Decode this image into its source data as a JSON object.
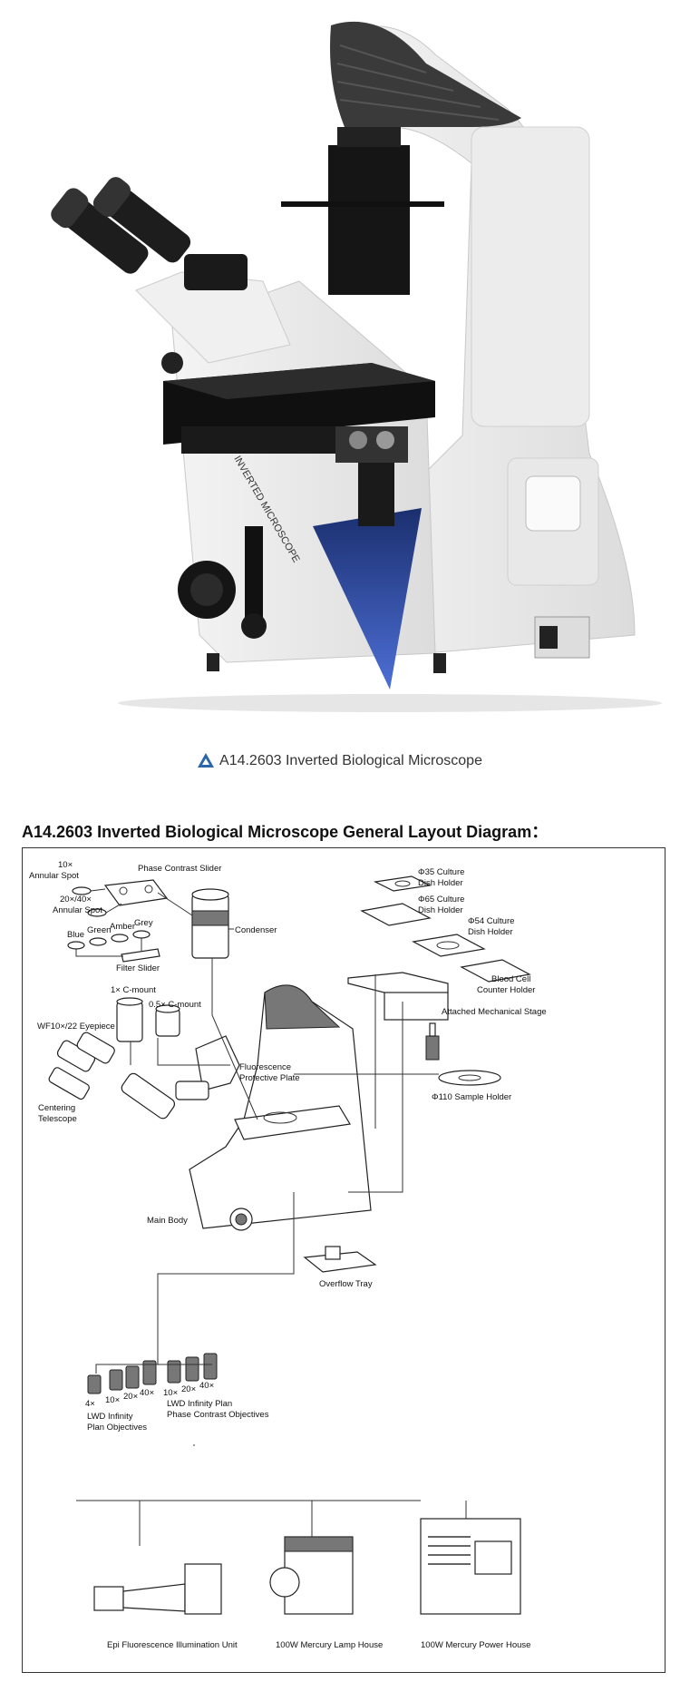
{
  "caption": "A14.2603 Inverted Biological Microscope",
  "section_title": "A14.2603 Inverted Biological Microscope General Layout Diagram：",
  "brand_color": "#2a66a8",
  "photo_body_text": "INVERTED MICROSCOPE",
  "labels": {
    "annular10": "10×",
    "annular10b": "Annular Spot",
    "phase_slider": "Phase Contrast Slider",
    "annular2040": "20×/40×",
    "annular2040b": "Annular Spot",
    "condenser": "Condenser",
    "blue": "Blue",
    "green": "Green",
    "amber": "Amber",
    "grey": "Grey",
    "filter_slider": "Filter Slider",
    "dish35a": "Φ35 Culture",
    "dish35b": "Dish Holder",
    "dish65a": "Φ65 Culture",
    "dish65b": "Dish Holder",
    "dish54a": "Φ54 Culture",
    "dish54b": "Dish Holder",
    "bloodcell_a": "Blood Cell",
    "bloodcell_b": "Counter Holder",
    "mech_stage": "Attached Mechanical Stage",
    "cmount1": "1× C-mount",
    "cmount05": "0.5× C-mount",
    "eyepiece": "WF10×/22 Eyepiece",
    "fluo_plate_a": "Fluorescence",
    "fluo_plate_b": "Protective Plate",
    "sample110": "Φ110 Sample Holder",
    "centering_a": "Centering",
    "centering_b": "Telescope",
    "main_body": "Main Body",
    "overflow": "Overflow Tray",
    "obj4": "4×",
    "obj10": "10×",
    "obj20": "20×",
    "obj40": "40×",
    "lwd_plan_a": "LWD Infinity",
    "lwd_plan_b": "Plan Objectives",
    "pc10": "10×",
    "pc20": "20×",
    "pc40": "40×",
    "lwd_pc_a": "LWD Infinity Plan",
    "lwd_pc_b": "Phase Contrast Objectives",
    "epi": "Epi Fluorescence Illumination Unit",
    "lamp_house": "100W Mercury Lamp House",
    "power_house": "100W Mercury Power House"
  }
}
